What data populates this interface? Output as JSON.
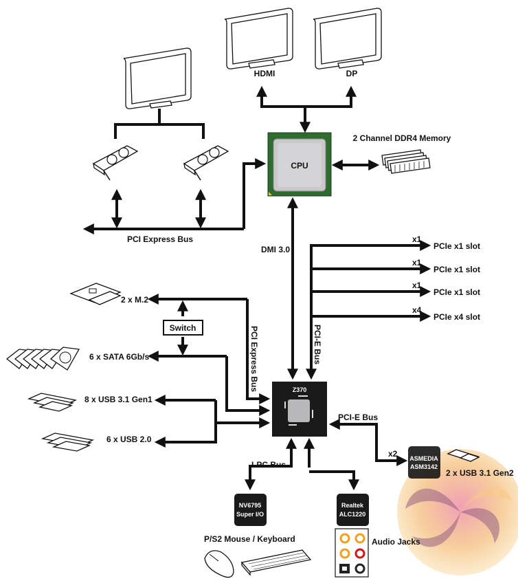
{
  "title": "Z370 Chipset Block Diagram",
  "cpu": {
    "label": "CPU",
    "memory_label": "2 Channel DDR4 Memory"
  },
  "displays": {
    "hdmi_label": "HDMI",
    "dp_label": "DP"
  },
  "gpu_bus_label": "PCI Express Bus",
  "dmi_label": "DMI 3.0",
  "pcie_slots": [
    {
      "lanes": "x1",
      "label": "PCIe x1 slot"
    },
    {
      "lanes": "x1",
      "label": "PCIe x1 slot"
    },
    {
      "lanes": "x1",
      "label": "PCIe x1 slot"
    },
    {
      "lanes": "x4",
      "label": "PCIe x4 slot"
    }
  ],
  "pcie_bus_vertical_label": "PCI-E Bus",
  "pch": {
    "label": "Z370"
  },
  "storage": {
    "m2_label": "2 x M.2",
    "switch_label": "Switch",
    "sata_label": "6 x SATA 6Gb/s",
    "pci_express_bus_label": "PCI Express Bus"
  },
  "usb": {
    "gen1_label": "8 x USB 3.1 Gen1",
    "usb2_label": "6 x USB 2.0"
  },
  "asmedia": {
    "bus_label": "PCI-E Bus",
    "lanes": "x2",
    "chip_line1": "ASMEDIA",
    "chip_line2": "ASM3142",
    "usb_label": "2 x USB 3.1 Gen2"
  },
  "lpc": {
    "bus_label": "LPC Bus",
    "chip_line1": "NV6795",
    "chip_line2": "Super I/O",
    "device_label": "P/S2 Mouse / Keyboard"
  },
  "audio": {
    "chip_line1": "Realtek",
    "chip_line2": "ALC1220",
    "jacks_label": "Audio Jacks"
  },
  "colors": {
    "cpu_substrate": "#2e6b2e",
    "cpu_lid": "#c9c9cc",
    "chip": "#1a1a1a",
    "jack_ring": "#f0a020",
    "jack_red": "#d01818"
  }
}
